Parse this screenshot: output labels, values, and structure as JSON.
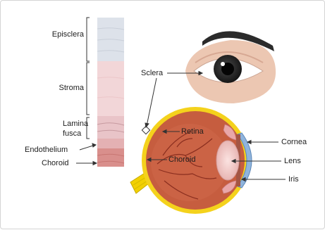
{
  "layer_labels": {
    "episclera": "Episclera",
    "stroma": "Stroma",
    "lamina_line1": "Lamina",
    "lamina_line2": "fusca",
    "endothelium": "Endothelium",
    "choroid": "Choroid"
  },
  "eye_labels": {
    "sclera": "Sclera",
    "retina": "Retina",
    "choroid": "Choroid",
    "cornea": "Cornea",
    "lens": "Lens",
    "iris": "Iris"
  },
  "colors": {
    "episclera": "#dde2ea",
    "stroma": "#f2d6d8",
    "lamina": "#e9c4c8",
    "endothelium": "#e4b1b3",
    "choroid_strip": "#d98f8c",
    "sclera_ring": "#f4d21c",
    "eyeball_interior": "#c65d3f",
    "cornea": "#8fb4dc",
    "optic_nerve": "#f2d000",
    "skin": "#ecc7b2",
    "eyebrow": "#2b2b2b",
    "iris_dark": "#1b1b1b"
  }
}
